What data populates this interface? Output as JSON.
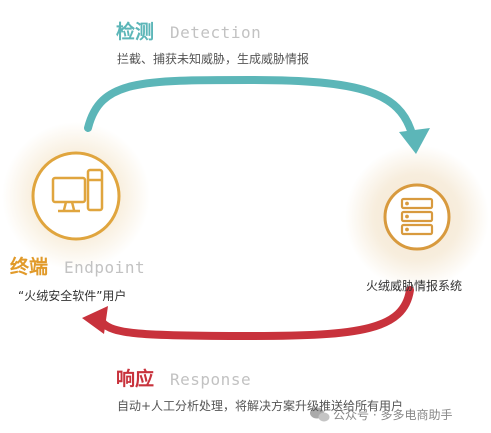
{
  "colors": {
    "detect": "#5cb6b8",
    "respond": "#c8323c",
    "endpoint_ring": "#e0a53e",
    "endpoint_label": "#e19a2a",
    "server_ring": "#d89a3e",
    "glow": "#f6e9d2"
  },
  "detection": {
    "title": "检测",
    "title_en": "Detection",
    "description": "拦截、捕获未知威胁，生成威胁情报"
  },
  "endpoint": {
    "title": "终端",
    "title_en": "Endpoint",
    "label": "“火绒安全软件”用户",
    "icon": "computer-icon"
  },
  "intel": {
    "label": "火绒威胁情报系统",
    "icon": "server-icon"
  },
  "response": {
    "title": "响应",
    "title_en": "Response",
    "description": "自动+人工分析处理，将解决方案升级推送给所有用户"
  },
  "watermark": {
    "text": "公众号 · 多多电商助手",
    "icon": "wechat-icon"
  }
}
